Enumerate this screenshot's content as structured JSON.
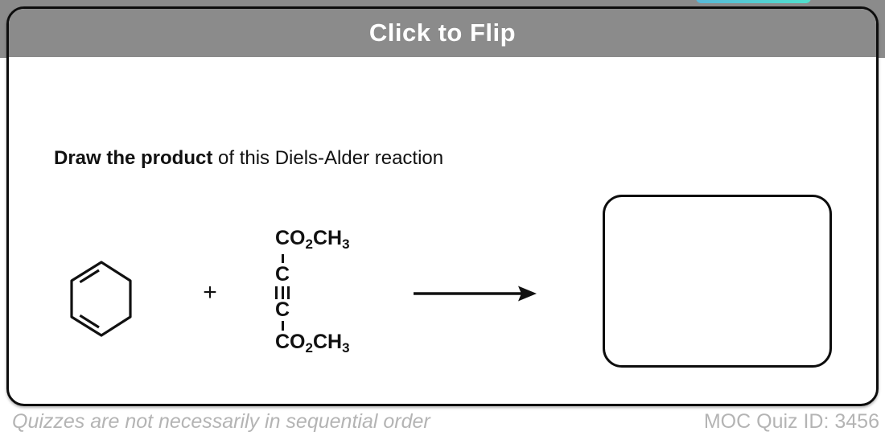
{
  "header": {
    "flip_label": "Click to Flip"
  },
  "question": {
    "bold": "Draw the product",
    "rest": " of this Diels-Alder reaction"
  },
  "reaction": {
    "plus": "+",
    "diene_name": "cyclohexa-1,3-diene-skeleton",
    "dienophile": {
      "atom": "C",
      "formula": {
        "p1": "CO",
        "s1": "2",
        "p2": "CH",
        "s2": "3"
      }
    }
  },
  "footer": {
    "left_note": "Quizzes are not necessarily in sequential order",
    "quiz_id": "MOC Quiz ID: 3456"
  },
  "colors": {
    "header_gray": "#8b8b8b",
    "teal_left": "#58b8d8",
    "teal_right": "#4fe0cc",
    "border_black": "#0d0d0d",
    "footer_gray": "#b4b4b4",
    "ink": "#111111"
  }
}
